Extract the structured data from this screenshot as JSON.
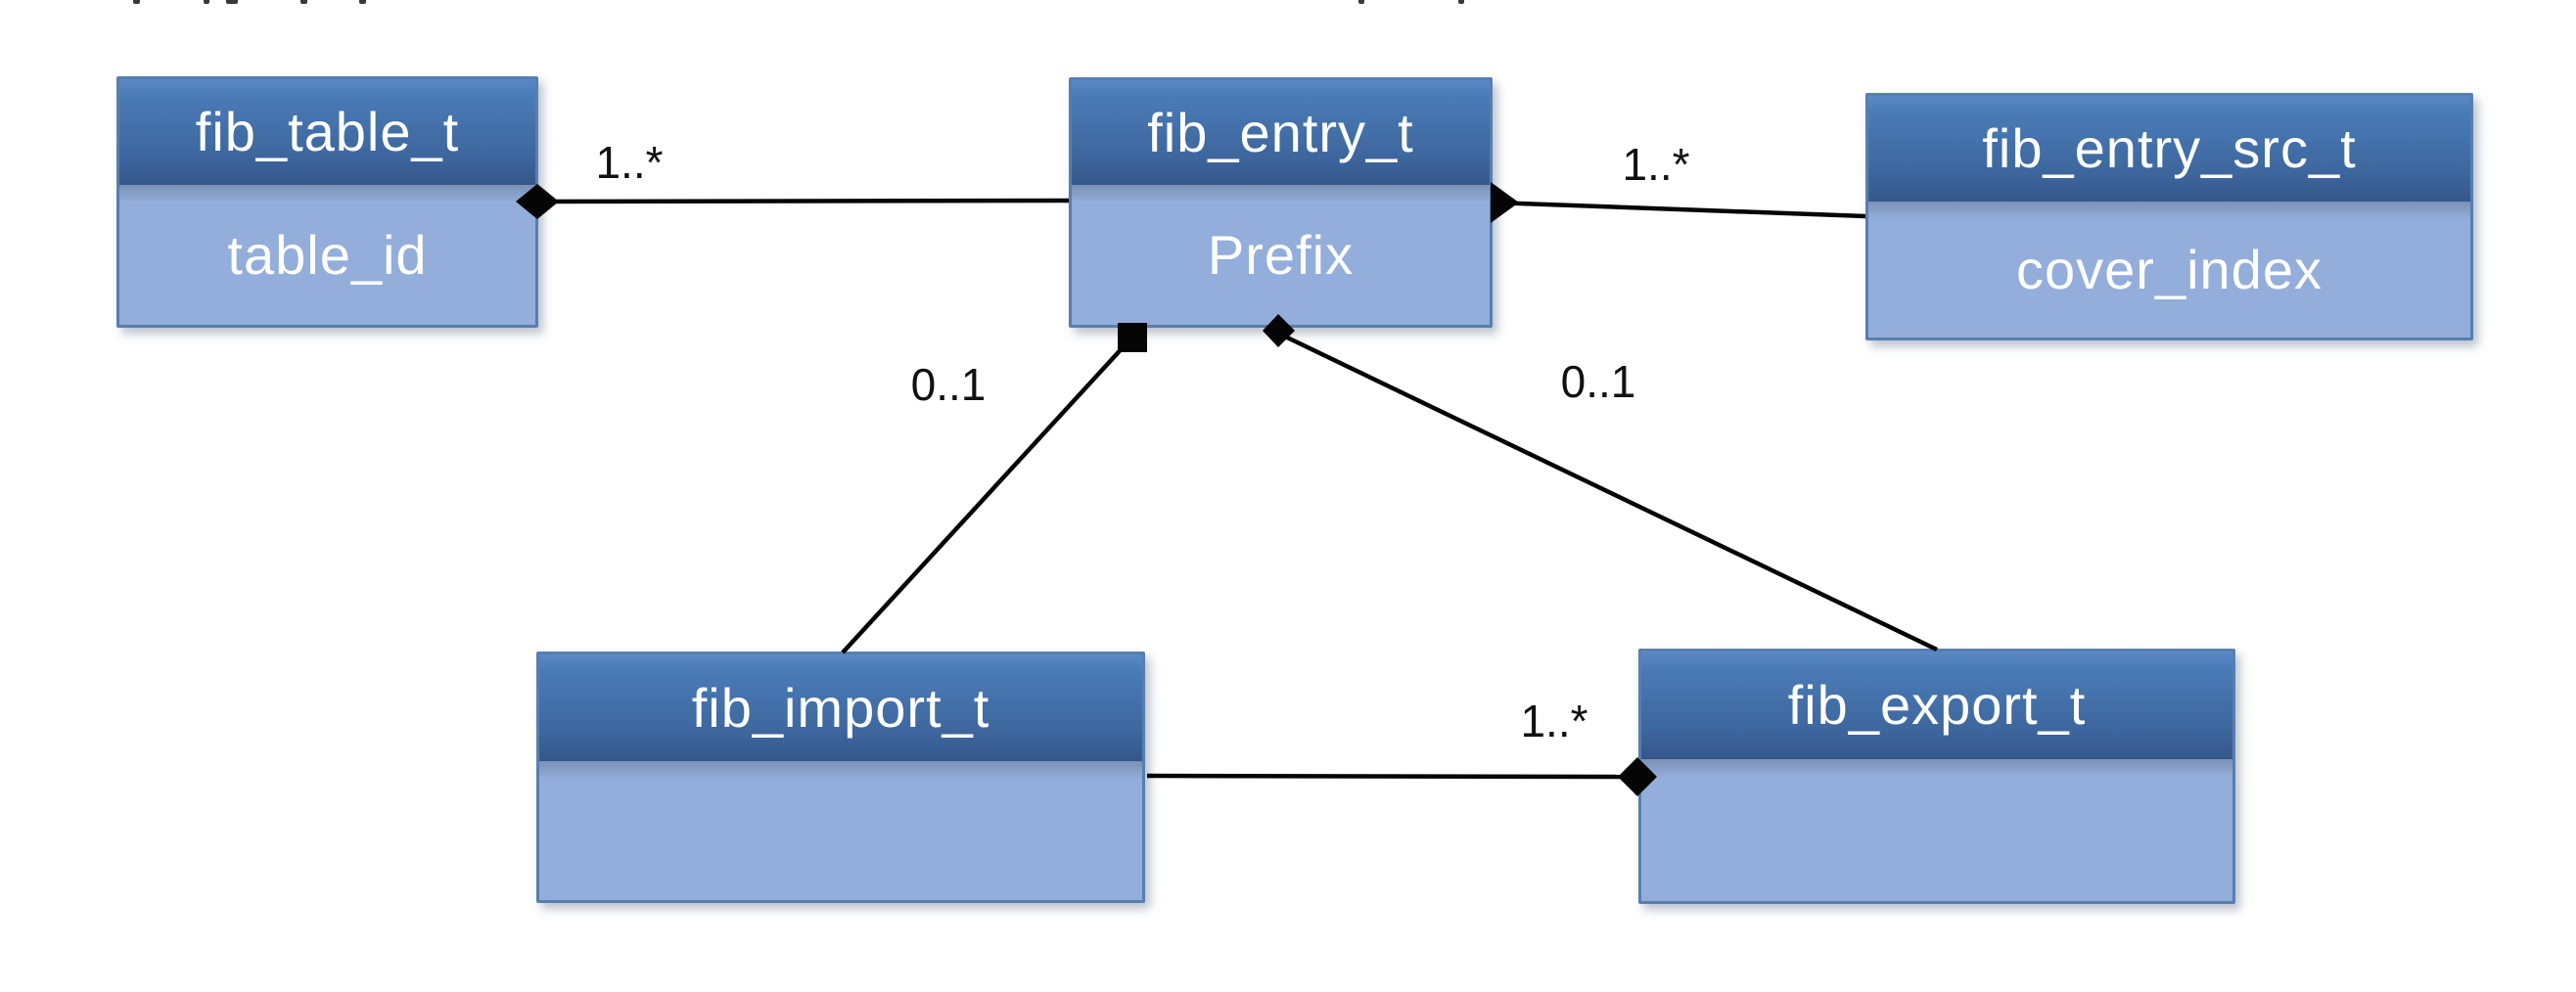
{
  "diagram": {
    "nodes": [
      {
        "id": "fib_table_t",
        "title": "fib_table_t",
        "attribute": "table_id"
      },
      {
        "id": "fib_entry_t",
        "title": "fib_entry_t",
        "attribute": "Prefix"
      },
      {
        "id": "fib_entry_src_t",
        "title": "fib_entry_src_t",
        "attribute": "cover_index"
      },
      {
        "id": "fib_import_t",
        "title": "fib_import_t",
        "attribute": ""
      },
      {
        "id": "fib_export_t",
        "title": "fib_export_t",
        "attribute": ""
      }
    ],
    "edges": [
      {
        "from": "fib_table_t",
        "to": "fib_entry_t",
        "multiplicity": "1..*",
        "diamond_at": "fib_table_t"
      },
      {
        "from": "fib_entry_t",
        "to": "fib_entry_src_t",
        "multiplicity": "1..*",
        "diamond_at": "fib_entry_t"
      },
      {
        "from": "fib_entry_t",
        "to": "fib_import_t",
        "multiplicity": "0..1",
        "diamond_at": "fib_entry_t"
      },
      {
        "from": "fib_entry_t",
        "to": "fib_export_t",
        "multiplicity": "0..1",
        "diamond_at": "fib_entry_t"
      },
      {
        "from": "fib_import_t",
        "to": "fib_export_t",
        "multiplicity": "1..*",
        "diamond_at": "fib_export_t"
      }
    ],
    "colors": {
      "header_gradient_top": "#5a89c4",
      "header_gradient_bottom": "#35588c",
      "body_fill": "#93aedb",
      "box_border": "#567fb0",
      "node_text": "#ffffff",
      "line": "#050505",
      "label_text": "#111111",
      "background": "#ffffff"
    }
  }
}
